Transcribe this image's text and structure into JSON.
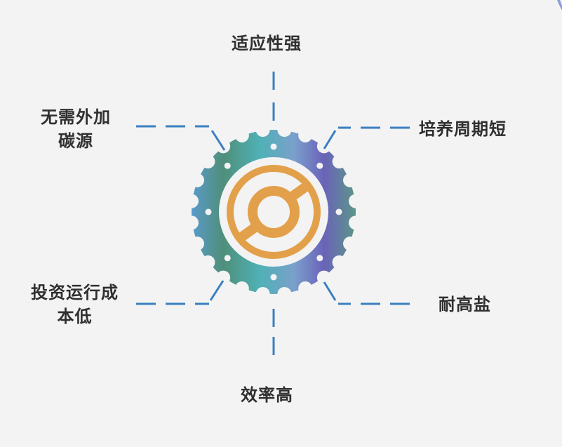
{
  "diagram": {
    "title": "",
    "center_icon": "gear-with-eye-icon",
    "colors": {
      "background": "#f3f3f3",
      "connector": "#3a7fc0",
      "text": "#2f2f2f",
      "center_symbol": "#e3a04a",
      "gear_gradient": [
        "#5b9bd0",
        "#4f8f7a",
        "#4fb1b6",
        "#7aa0cc",
        "#6a63b8",
        "#5a9a86"
      ]
    },
    "features": [
      {
        "id": "top",
        "lines": [
          "适应性强"
        ]
      },
      {
        "id": "upper-left",
        "lines": [
          "无需外加",
          "碳源"
        ]
      },
      {
        "id": "upper-right",
        "lines": [
          "培养周期短"
        ]
      },
      {
        "id": "lower-left",
        "lines": [
          "投资运行成",
          "本低"
        ]
      },
      {
        "id": "lower-right",
        "lines": [
          "耐高盐"
        ]
      },
      {
        "id": "bottom",
        "lines": [
          "效率高"
        ]
      }
    ]
  }
}
